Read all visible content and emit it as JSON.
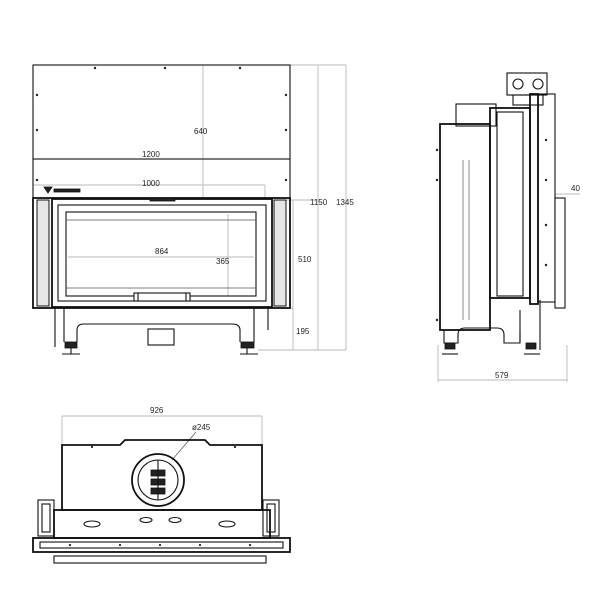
{
  "dimensions": {
    "front_top_height": "640",
    "front_width_outer": "1200",
    "front_width_inner": "1000",
    "front_glass_width": "864",
    "front_glass_height": "365",
    "front_frame_height": "510",
    "front_height_1150": "1150",
    "front_height_1345": "1345",
    "front_base_height": "195",
    "side_offset": "40",
    "side_depth": "579",
    "top_width": "926",
    "top_flue_diameter": "ø245"
  },
  "colors": {
    "line": "#111111",
    "dimension_line": "#b9b9b9",
    "background": "#ffffff"
  }
}
